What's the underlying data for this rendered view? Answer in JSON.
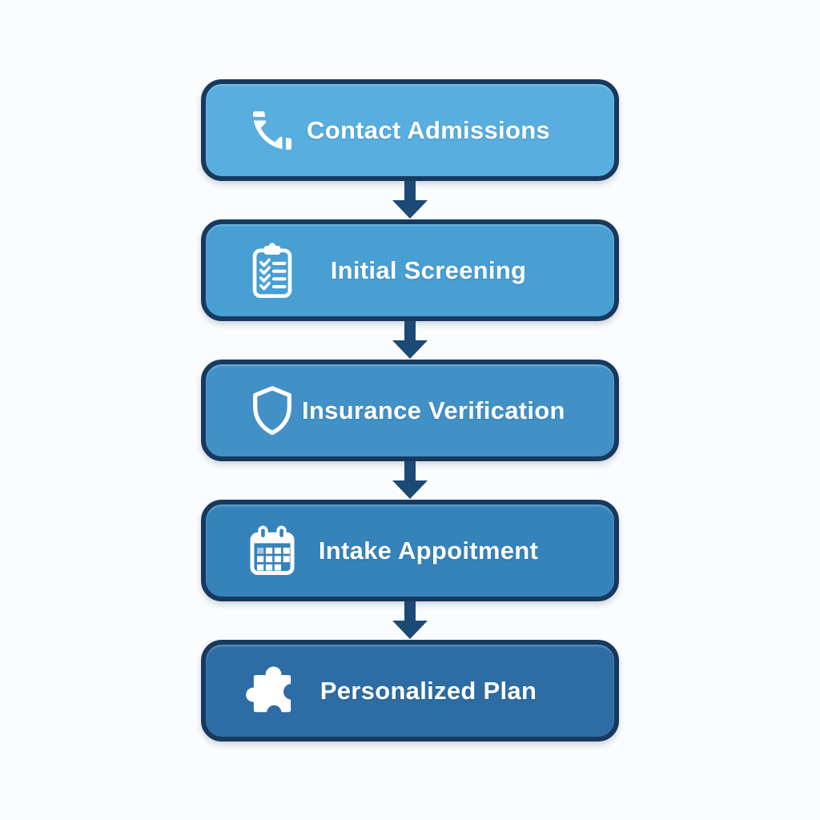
{
  "colors": {
    "page_background": "#fbfcfd",
    "box_border": "#17395e",
    "arrow": "#1b4a74",
    "label_text": "#ffffff"
  },
  "flowchart": {
    "steps": [
      {
        "label": "Contact Admissions",
        "icon": "phone-handset-icon",
        "fill": "#58aedf"
      },
      {
        "label": "Initial Screening",
        "icon": "clipboard-checklist-icon",
        "fill": "#479fd3"
      },
      {
        "label": "Insurance Verification",
        "icon": "shield-icon",
        "fill": "#4191c6"
      },
      {
        "label": "Intake Appoitment",
        "icon": "calendar-icon",
        "fill": "#3583ba"
      },
      {
        "label": "Personalized Plan",
        "icon": "puzzle-piece-icon",
        "fill": "#2d6da4"
      }
    ]
  }
}
